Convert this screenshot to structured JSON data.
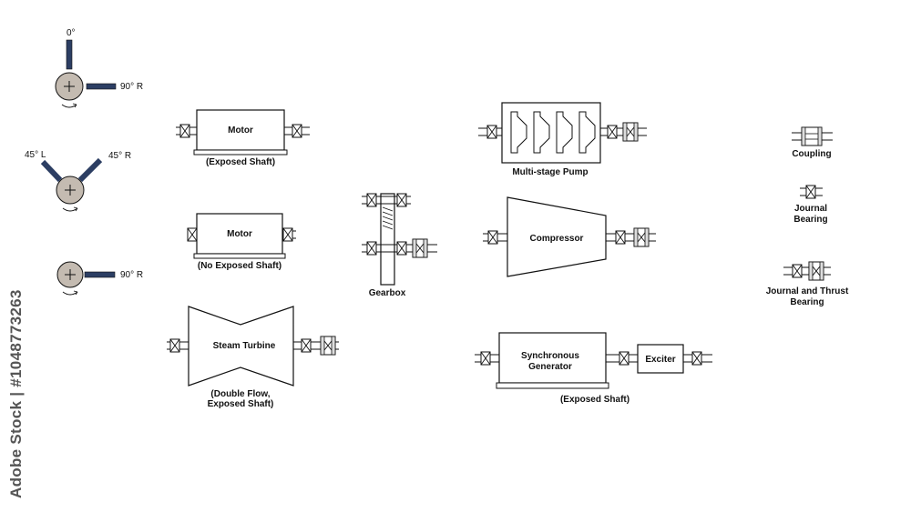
{
  "probes": {
    "top": {
      "angle_vertical": "0°",
      "angle_horizontal": "90° R"
    },
    "middle": {
      "angle_left": "45° L",
      "angle_right": "45° R"
    },
    "bottom": {
      "angle_horizontal": "90° R"
    }
  },
  "machines": {
    "motor_exposed": {
      "name": "Motor",
      "caption": "(Exposed Shaft)"
    },
    "motor_no_exposed": {
      "name": "Motor",
      "caption": "(No Exposed Shaft)"
    },
    "steam_turbine": {
      "name": "Steam Turbine",
      "caption_line1": "(Double Flow,",
      "caption_line2": "Exposed Shaft)"
    },
    "gearbox": {
      "caption": "Gearbox"
    },
    "pump": {
      "caption": "Multi-stage Pump"
    },
    "compressor": {
      "name": "Compressor"
    },
    "generator": {
      "name_line1": "Synchronous",
      "name_line2": "Generator",
      "exciter": "Exciter",
      "caption": "(Exposed Shaft)"
    }
  },
  "legend": {
    "coupling": "Coupling",
    "journal_line1": "Journal",
    "journal_line2": "Bearing",
    "thrust_line1": "Journal and Thrust",
    "thrust_line2": "Bearing"
  },
  "watermark": "Adobe Stock | #1048773263",
  "colors": {
    "probe_disc": "#c4bbb1",
    "probe_stem": "#2c3e63",
    "line": "#111111"
  }
}
